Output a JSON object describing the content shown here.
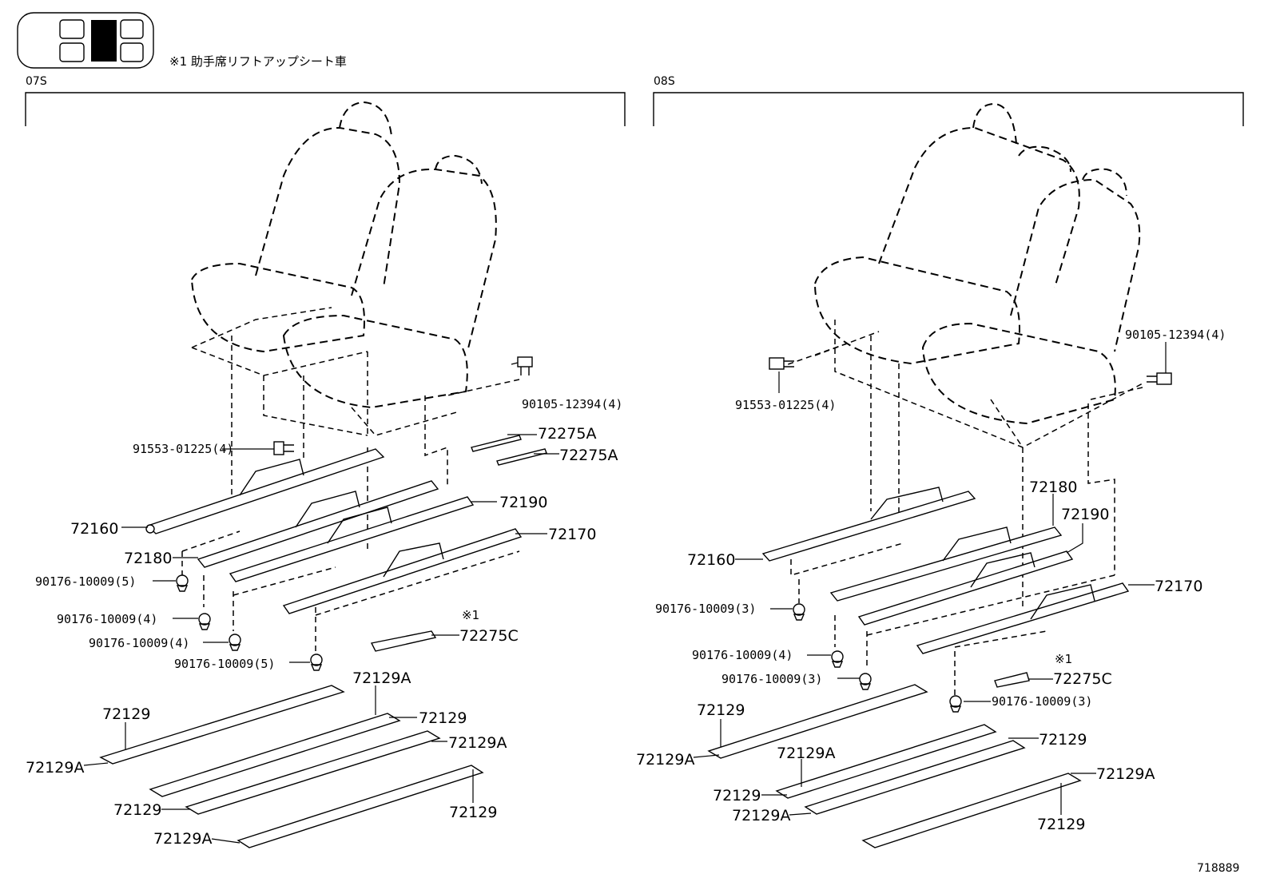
{
  "header": {
    "note": "※1 助手席リフトアップシート車",
    "image_id": "718889"
  },
  "sections": {
    "left": {
      "title": "07S"
    },
    "right": {
      "title": "08S"
    }
  },
  "labels": {
    "left": {
      "bolt_top": "90105-12394(4)",
      "bolt_left": "91553-01225(4)",
      "p72275a_1": "72275A",
      "p72275a_2": "72275A",
      "p72190": "72190",
      "p72160": "72160",
      "p72170": "72170",
      "p72180": "72180",
      "clip_1": "90176-10009(5)",
      "clip_2": "90176-10009(4)",
      "clip_3": "90176-10009(4)",
      "clip_4": "90176-10009(5)",
      "note_mark": "※1",
      "p72275c": "72275C",
      "p72129a_top": "72129A",
      "p72129_a": "72129",
      "p72129_b": "72129",
      "p72129a_b": "72129A",
      "p72129a_left": "72129A",
      "p72129_c": "72129",
      "p72129_d": "72129",
      "p72129a_bottom": "72129A"
    },
    "right": {
      "bolt_right": "90105-12394(4)",
      "bolt_left": "91553-01225(4)",
      "p72180": "72180",
      "p72190": "72190",
      "p72160": "72160",
      "p72170": "72170",
      "clip_1": "90176-10009(3)",
      "clip_2": "90176-10009(4)",
      "clip_3": "90176-10009(3)",
      "clip_4": "90176-10009(3)",
      "note_mark": "※1",
      "p72275c": "72275C",
      "p72129_a": "72129",
      "p72129a_a": "72129A",
      "p72129a_b": "72129A",
      "p72129_b": "72129",
      "p72129_c": "72129",
      "p72129a_c": "72129A",
      "p72129a_d": "72129A",
      "p72129_d": "72129"
    }
  }
}
